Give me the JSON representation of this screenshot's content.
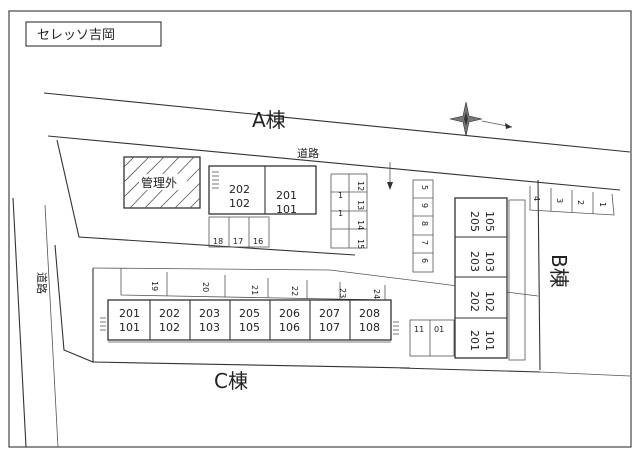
{
  "title": "セレッソ吉岡",
  "buildings": {
    "a": {
      "label": "A棟",
      "units": [
        [
          "202",
          "102"
        ],
        [
          "201",
          "101"
        ]
      ]
    },
    "b": {
      "label": "B棟",
      "units": [
        [
          "205",
          "105"
        ],
        [
          "203",
          "103"
        ],
        [
          "202",
          "102"
        ],
        [
          "201",
          "101"
        ]
      ]
    },
    "c": {
      "label": "C棟",
      "units": [
        [
          "201",
          "101"
        ],
        [
          "202",
          "102"
        ],
        [
          "203",
          "103"
        ],
        [
          "205",
          "105"
        ],
        [
          "206",
          "106"
        ],
        [
          "207",
          "107"
        ],
        [
          "208",
          "108"
        ]
      ]
    }
  },
  "management": "管理外",
  "roads": {
    "top": "道路",
    "left": "道路"
  },
  "parking": {
    "row_a": [
      "18",
      "17",
      "16"
    ],
    "col_a1": [
      "15",
      "14",
      "13",
      "12"
    ],
    "col_a2": [
      "1",
      "1"
    ],
    "col_b": [
      "5",
      "6",
      "7",
      "8",
      "9"
    ],
    "row_right": [
      "4",
      "3",
      "2",
      "1"
    ],
    "row_c": [
      "19",
      "20",
      "21",
      "22",
      "23",
      "24"
    ],
    "c_small": [
      "11",
      "01"
    ]
  }
}
